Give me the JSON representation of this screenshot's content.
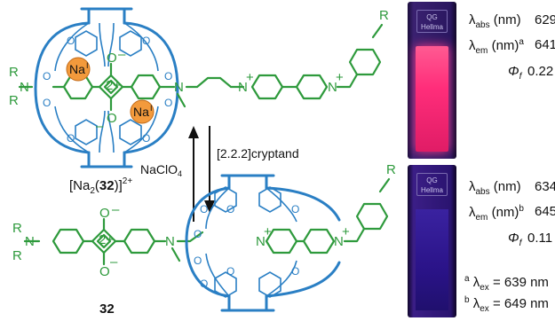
{
  "top_complex": {
    "label_prefix": "[Na",
    "label_sub": "2",
    "label_paren_open": "(",
    "label_bold": "32",
    "label_paren_close": ")]",
    "label_sup": "2+",
    "na_ion_1": "Na",
    "na_ion_2": "Na",
    "na_sup": "I",
    "r_label_1": "R",
    "r_label_2": "R",
    "r_label_3": "R",
    "n_label_1": "N",
    "n_label_2": "N",
    "n_label_3": "N",
    "n_label_4": "N",
    "charge_center": "2+",
    "oxy_top": "O",
    "oxy_bottom": "O",
    "minus_top": "–",
    "minus_bottom": "–",
    "plus_1": "+",
    "plus_2": "+"
  },
  "bottom_molecule": {
    "compound_number": "32",
    "r_label_1": "R",
    "r_label_2": "R",
    "r_label_3": "R",
    "n_label_1": "N",
    "n_label_2": "N",
    "n_label_3": "N",
    "n_label_4": "N",
    "charge_center": "2+",
    "oxy_top": "O",
    "oxy_bottom": "O",
    "minus_top": "–",
    "minus_bottom": "–",
    "plus_1": "+",
    "plus_2": "+"
  },
  "arrows": {
    "up_reagent_main": "NaClO",
    "up_reagent_sub": "4",
    "down_reagent": "[2.2.2]cryptand"
  },
  "crown_oxygen": "O",
  "vials": {
    "top_label": "QG\nHellma",
    "bottom_label": "QG\nHellma"
  },
  "props_top": {
    "abs_symbol": "λ",
    "abs_sub": "abs",
    "abs_unit": " (nm)",
    "abs_value": "629",
    "em_symbol": "λ",
    "em_sub": "em",
    "em_unit": " (nm)",
    "em_sup": "a",
    "em_value": "641",
    "phi_symbol": "Φ",
    "phi_sub": "f",
    "phi_value": "0.22"
  },
  "props_bottom": {
    "abs_symbol": "λ",
    "abs_sub": "abs",
    "abs_unit": " (nm)",
    "abs_value": "634",
    "em_symbol": "λ",
    "em_sub": "em",
    "em_unit": " (nm)",
    "em_sup": "b",
    "em_value": "645",
    "phi_symbol": "Φ",
    "phi_sub": "f",
    "phi_value": "0.11"
  },
  "footnotes": {
    "a_mark": "a",
    "a_symbol": "λ",
    "a_sub": "ex",
    "a_text": " = 639 nm",
    "b_mark": "b",
    "b_symbol": "λ",
    "b_sub": "ex",
    "b_text": " = 649 nm"
  },
  "colors": {
    "green": "#2e9a3c",
    "blue": "#2a7fc4",
    "sodium": "#f39a3c",
    "pink_glow": "#ff2d7a",
    "violet_glow": "#2a1388"
  }
}
